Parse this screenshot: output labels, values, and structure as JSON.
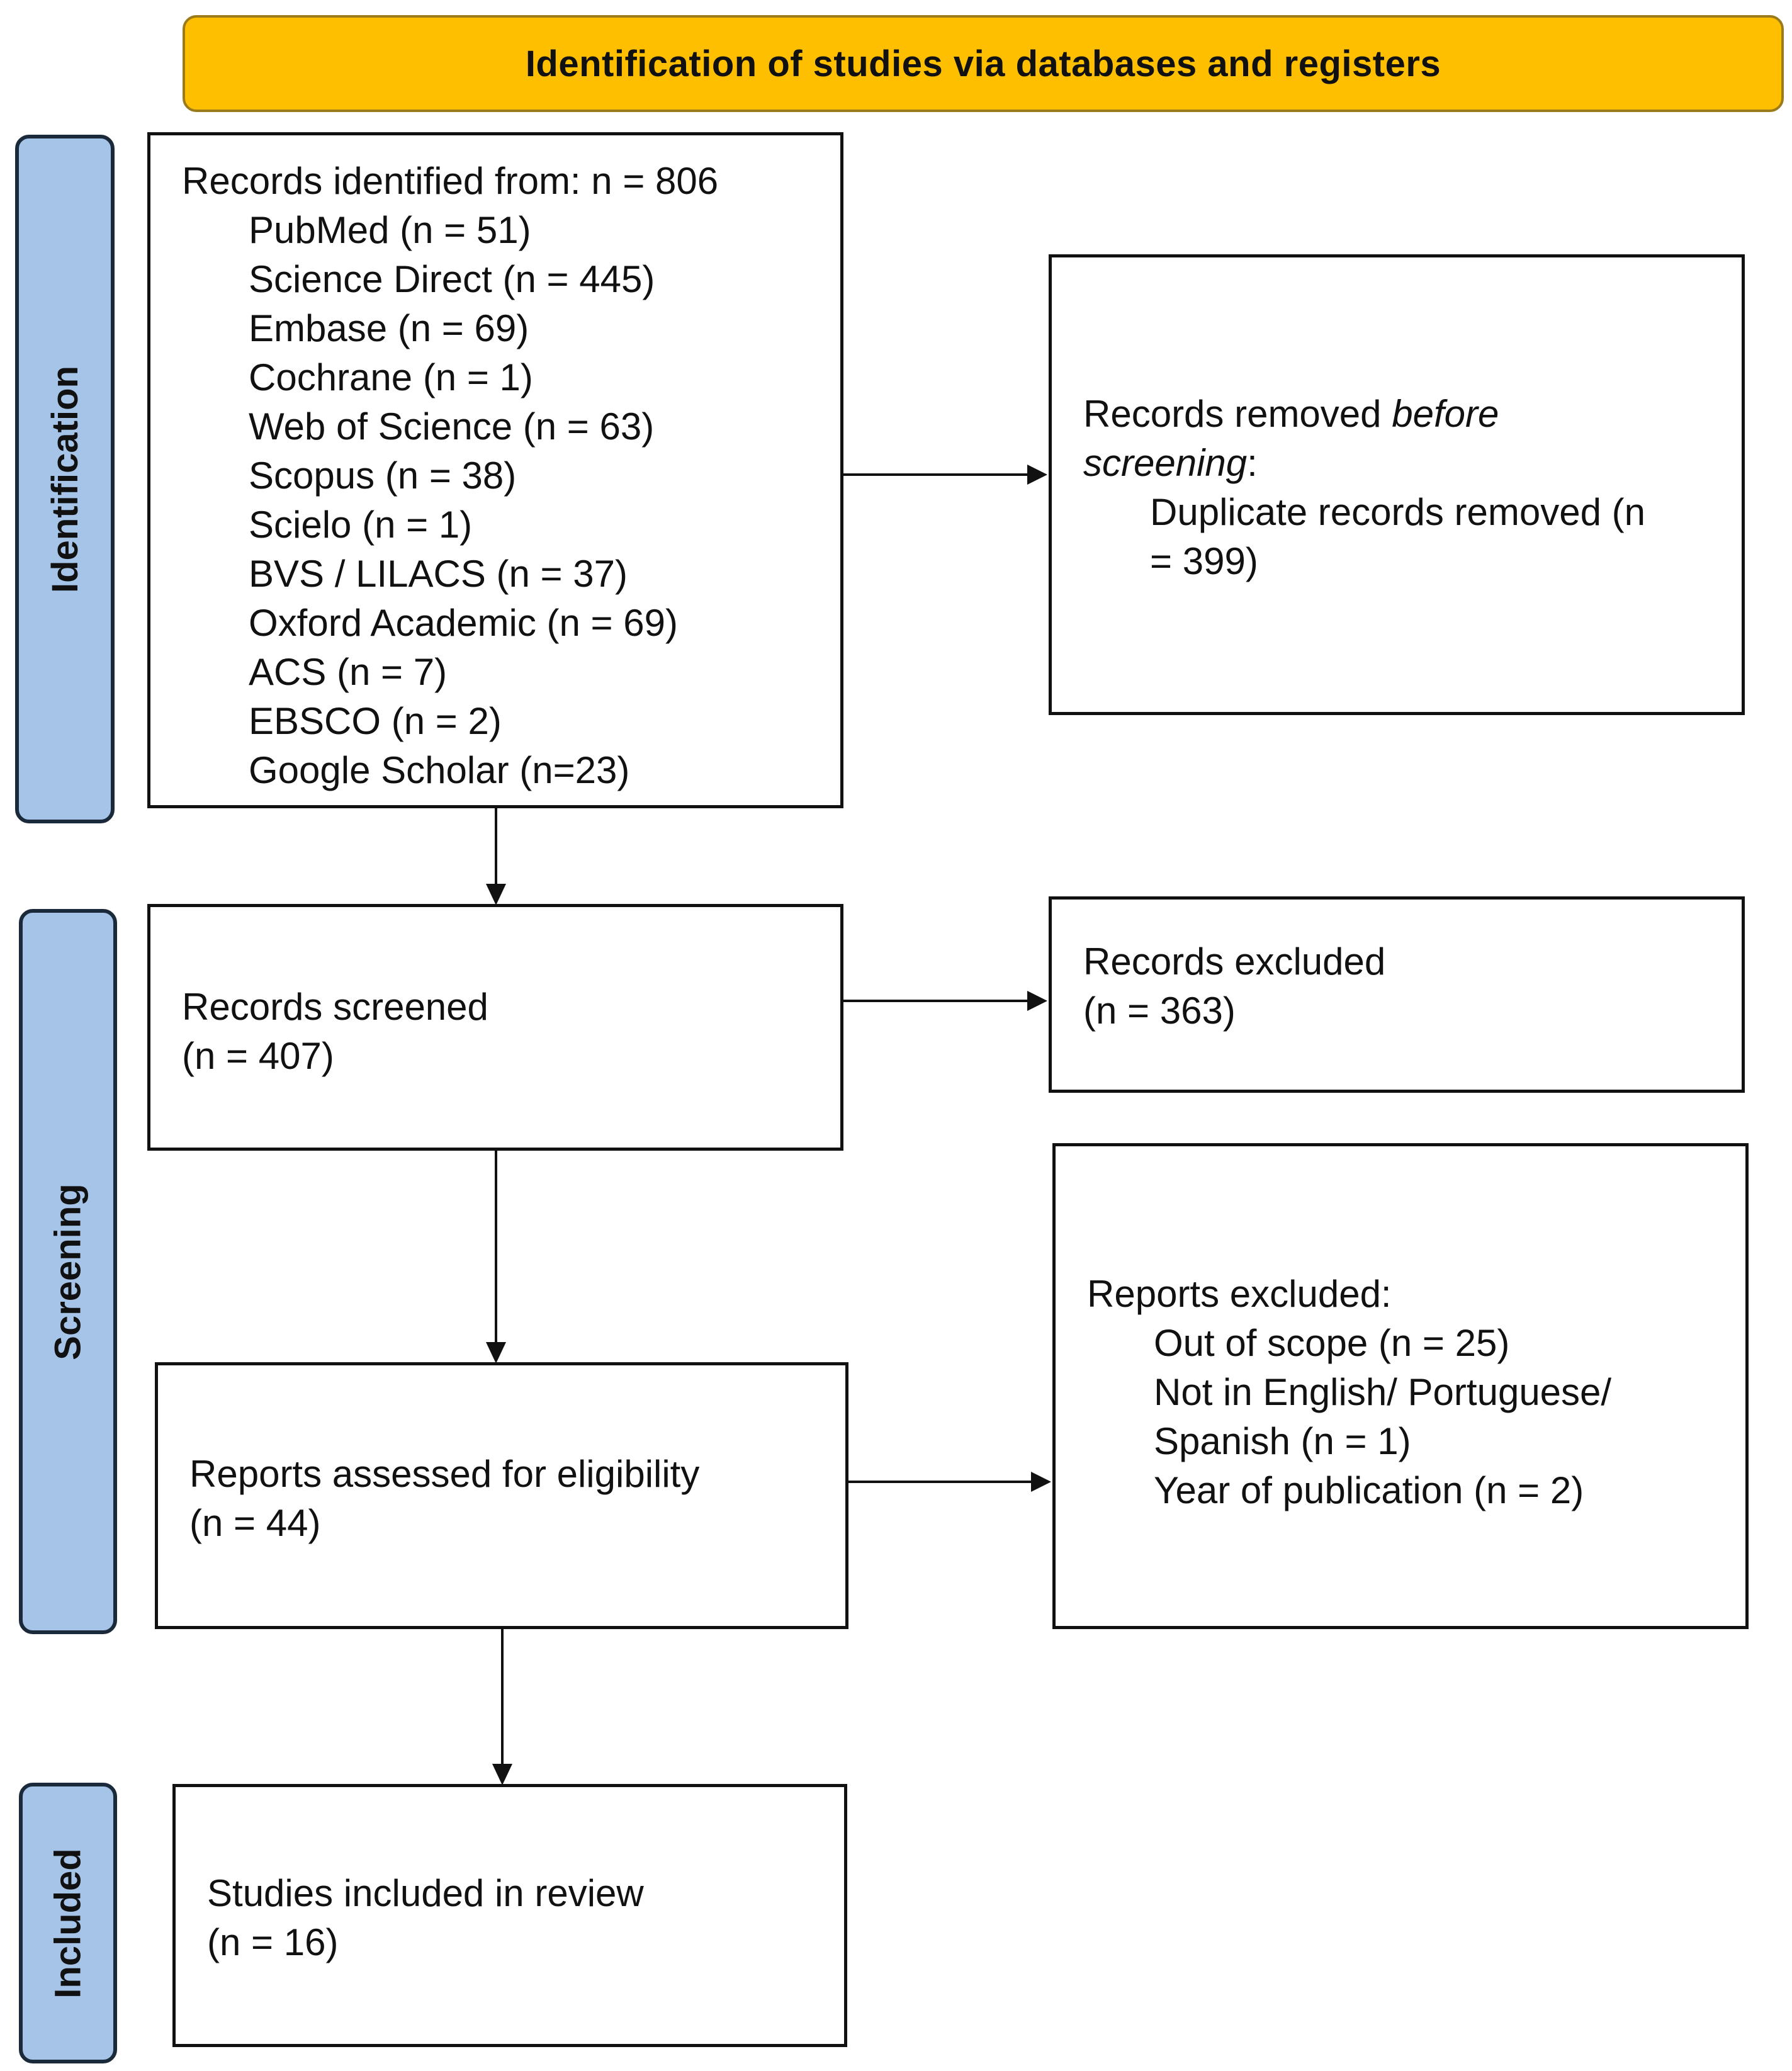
{
  "header": {
    "title": "Identification of studies via databases and registers"
  },
  "phases": {
    "identification": "Identification",
    "screening": "Screening",
    "included": "Included"
  },
  "records_identified": {
    "title": "Records identified from: n = 806",
    "sources": [
      "PubMed (n = 51)",
      "Science Direct (n = 445)",
      "Embase (n = 69)",
      "Cochrane (n = 1)",
      "Web of Science (n = 63)",
      "Scopus (n = 38)",
      "Scielo (n = 1)",
      "BVS / LILACS (n = 37)",
      "Oxford Academic (n = 69)",
      "ACS (n = 7)",
      "EBSCO (n = 2)",
      "Google Scholar  (n=23)"
    ]
  },
  "records_removed": {
    "line1_prefix": "Records removed ",
    "line1_italic": "before",
    "line2_italic": "screening",
    "line2_suffix": ":",
    "line3": "Duplicate records removed  (n",
    "line4": "= 399)"
  },
  "records_screened": {
    "label": "Records screened",
    "count": "(n = 407)"
  },
  "records_excluded": {
    "label": "Records excluded",
    "count": "(n = 363)"
  },
  "reports_assessed": {
    "label": "Reports assessed for eligibility",
    "count": "(n = 44)"
  },
  "reports_excluded": {
    "title": "Reports excluded:",
    "reasons": [
      "Out of scope (n = 25)",
      "Not in English/ Portuguese/",
      "Spanish (n = 1)",
      "Year of publication (n = 2)"
    ]
  },
  "studies_included": {
    "label": "Studies included in review",
    "count": "(n = 16)"
  }
}
